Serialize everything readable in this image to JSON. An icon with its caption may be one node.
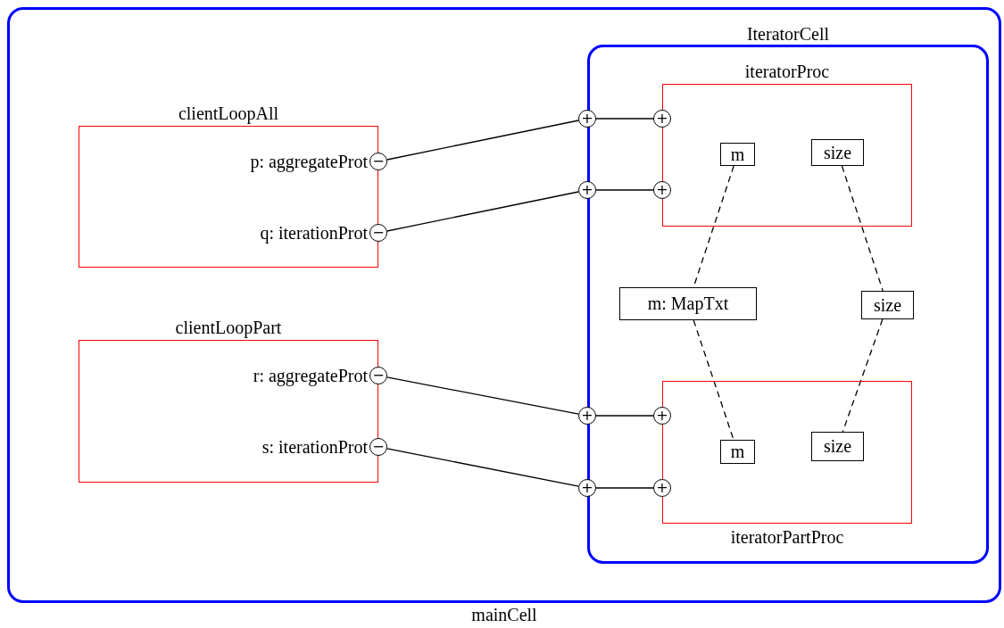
{
  "diagram": {
    "nodes": [
      {
        "text": [
          "mainCell"
        ]
      },
      {
        "text": [
          "clientLoopAll"
        ],
        "in": 0
      },
      {
        "text": [
          "−"
        ],
        "beside": [
          "p: aggregateProt"
        ],
        "in": 1
      },
      {
        "text": [
          "−"
        ],
        "beside": [
          "q: iterationProt"
        ],
        "in": 1
      },
      {
        "text": [
          "clientLoopPart"
        ],
        "in": 0
      },
      {
        "text": [
          "−"
        ],
        "beside": [
          "r: aggregateProt"
        ],
        "in": 4
      },
      {
        "text": [
          "−"
        ],
        "beside": [
          "s: iterationProt"
        ],
        "in": 4
      },
      {
        "text": [
          "IteratorCell"
        ],
        "in": 0
      },
      {
        "text": [
          "+"
        ],
        "in": 7
      },
      {
        "text": [
          "+"
        ],
        "in": 7
      },
      {
        "text": [
          "+"
        ],
        "in": 7
      },
      {
        "text": [
          "+"
        ],
        "in": 7
      },
      {
        "text": [
          "iteratorProc"
        ],
        "in": 7
      },
      {
        "text": [
          "+"
        ],
        "in": 12
      },
      {
        "text": [
          "+"
        ],
        "in": 12
      },
      {
        "text": [
          "m"
        ],
        "in": 12
      },
      {
        "text": [
          "size"
        ],
        "in": 12
      },
      {
        "text": [
          "m: MapTxt"
        ],
        "in": 7
      },
      {
        "text": [
          "size"
        ],
        "in": 7
      },
      {
        "text": [
          "iteratorPartProc"
        ],
        "in": 7
      },
      {
        "text": [
          "+"
        ],
        "in": 19
      },
      {
        "text": [
          "+"
        ],
        "in": 19
      },
      {
        "text": [
          "m"
        ],
        "in": 19
      },
      {
        "text": [
          "size"
        ],
        "in": 19
      }
    ],
    "edges": [
      {
        "from": 2,
        "to": 8,
        "arrow": "none"
      },
      {
        "from": 3,
        "to": 9,
        "arrow": "none"
      },
      {
        "from": 5,
        "to": 10,
        "arrow": "none"
      },
      {
        "from": 6,
        "to": 11,
        "arrow": "none"
      },
      {
        "from": 8,
        "to": 13,
        "arrow": "none"
      },
      {
        "from": 9,
        "to": 14,
        "arrow": "none"
      },
      {
        "from": 10,
        "to": 20,
        "arrow": "none"
      },
      {
        "from": 11,
        "to": 21,
        "arrow": "none"
      },
      {
        "from": 15,
        "to": 17,
        "arrow": "none",
        "style": "dashed"
      },
      {
        "from": 17,
        "to": 22,
        "arrow": "none",
        "style": "dashed"
      },
      {
        "from": 16,
        "to": 18,
        "arrow": "none",
        "style": "dashed"
      },
      {
        "from": 18,
        "to": 23,
        "arrow": "none",
        "style": "dashed"
      }
    ]
  }
}
